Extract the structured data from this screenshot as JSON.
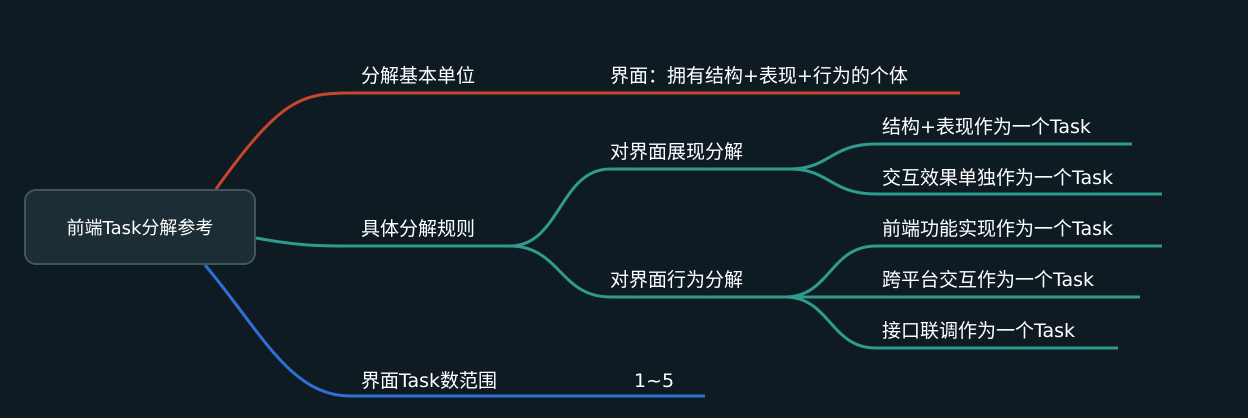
{
  "colors": {
    "background": "#0f1b22",
    "root_fill": "#1d2d35",
    "root_border": "#3f5560",
    "text": "#ffffff",
    "branch_red": "#c8452f",
    "branch_teal": "#2f9a8e",
    "branch_blue": "#2f6fd6"
  },
  "root": {
    "label": "前端Task分解参考"
  },
  "branches": [
    {
      "label": "分解基本单位",
      "children": [
        {
          "label": "界面：拥有结构+表现+行为的个体"
        }
      ]
    },
    {
      "label": "具体分解规则",
      "children": [
        {
          "label": "对界面展现分解",
          "children": [
            {
              "label": "结构+表现作为一个Task"
            },
            {
              "label": "交互效果单独作为一个Task"
            }
          ]
        },
        {
          "label": "对界面行为分解",
          "children": [
            {
              "label": "前端功能实现作为一个Task"
            },
            {
              "label": "跨平台交互作为一个Task"
            },
            {
              "label": "接口联调作为一个Task"
            }
          ]
        }
      ]
    },
    {
      "label": "界面Task数范围",
      "children": [
        {
          "label": "1~5"
        }
      ]
    }
  ]
}
